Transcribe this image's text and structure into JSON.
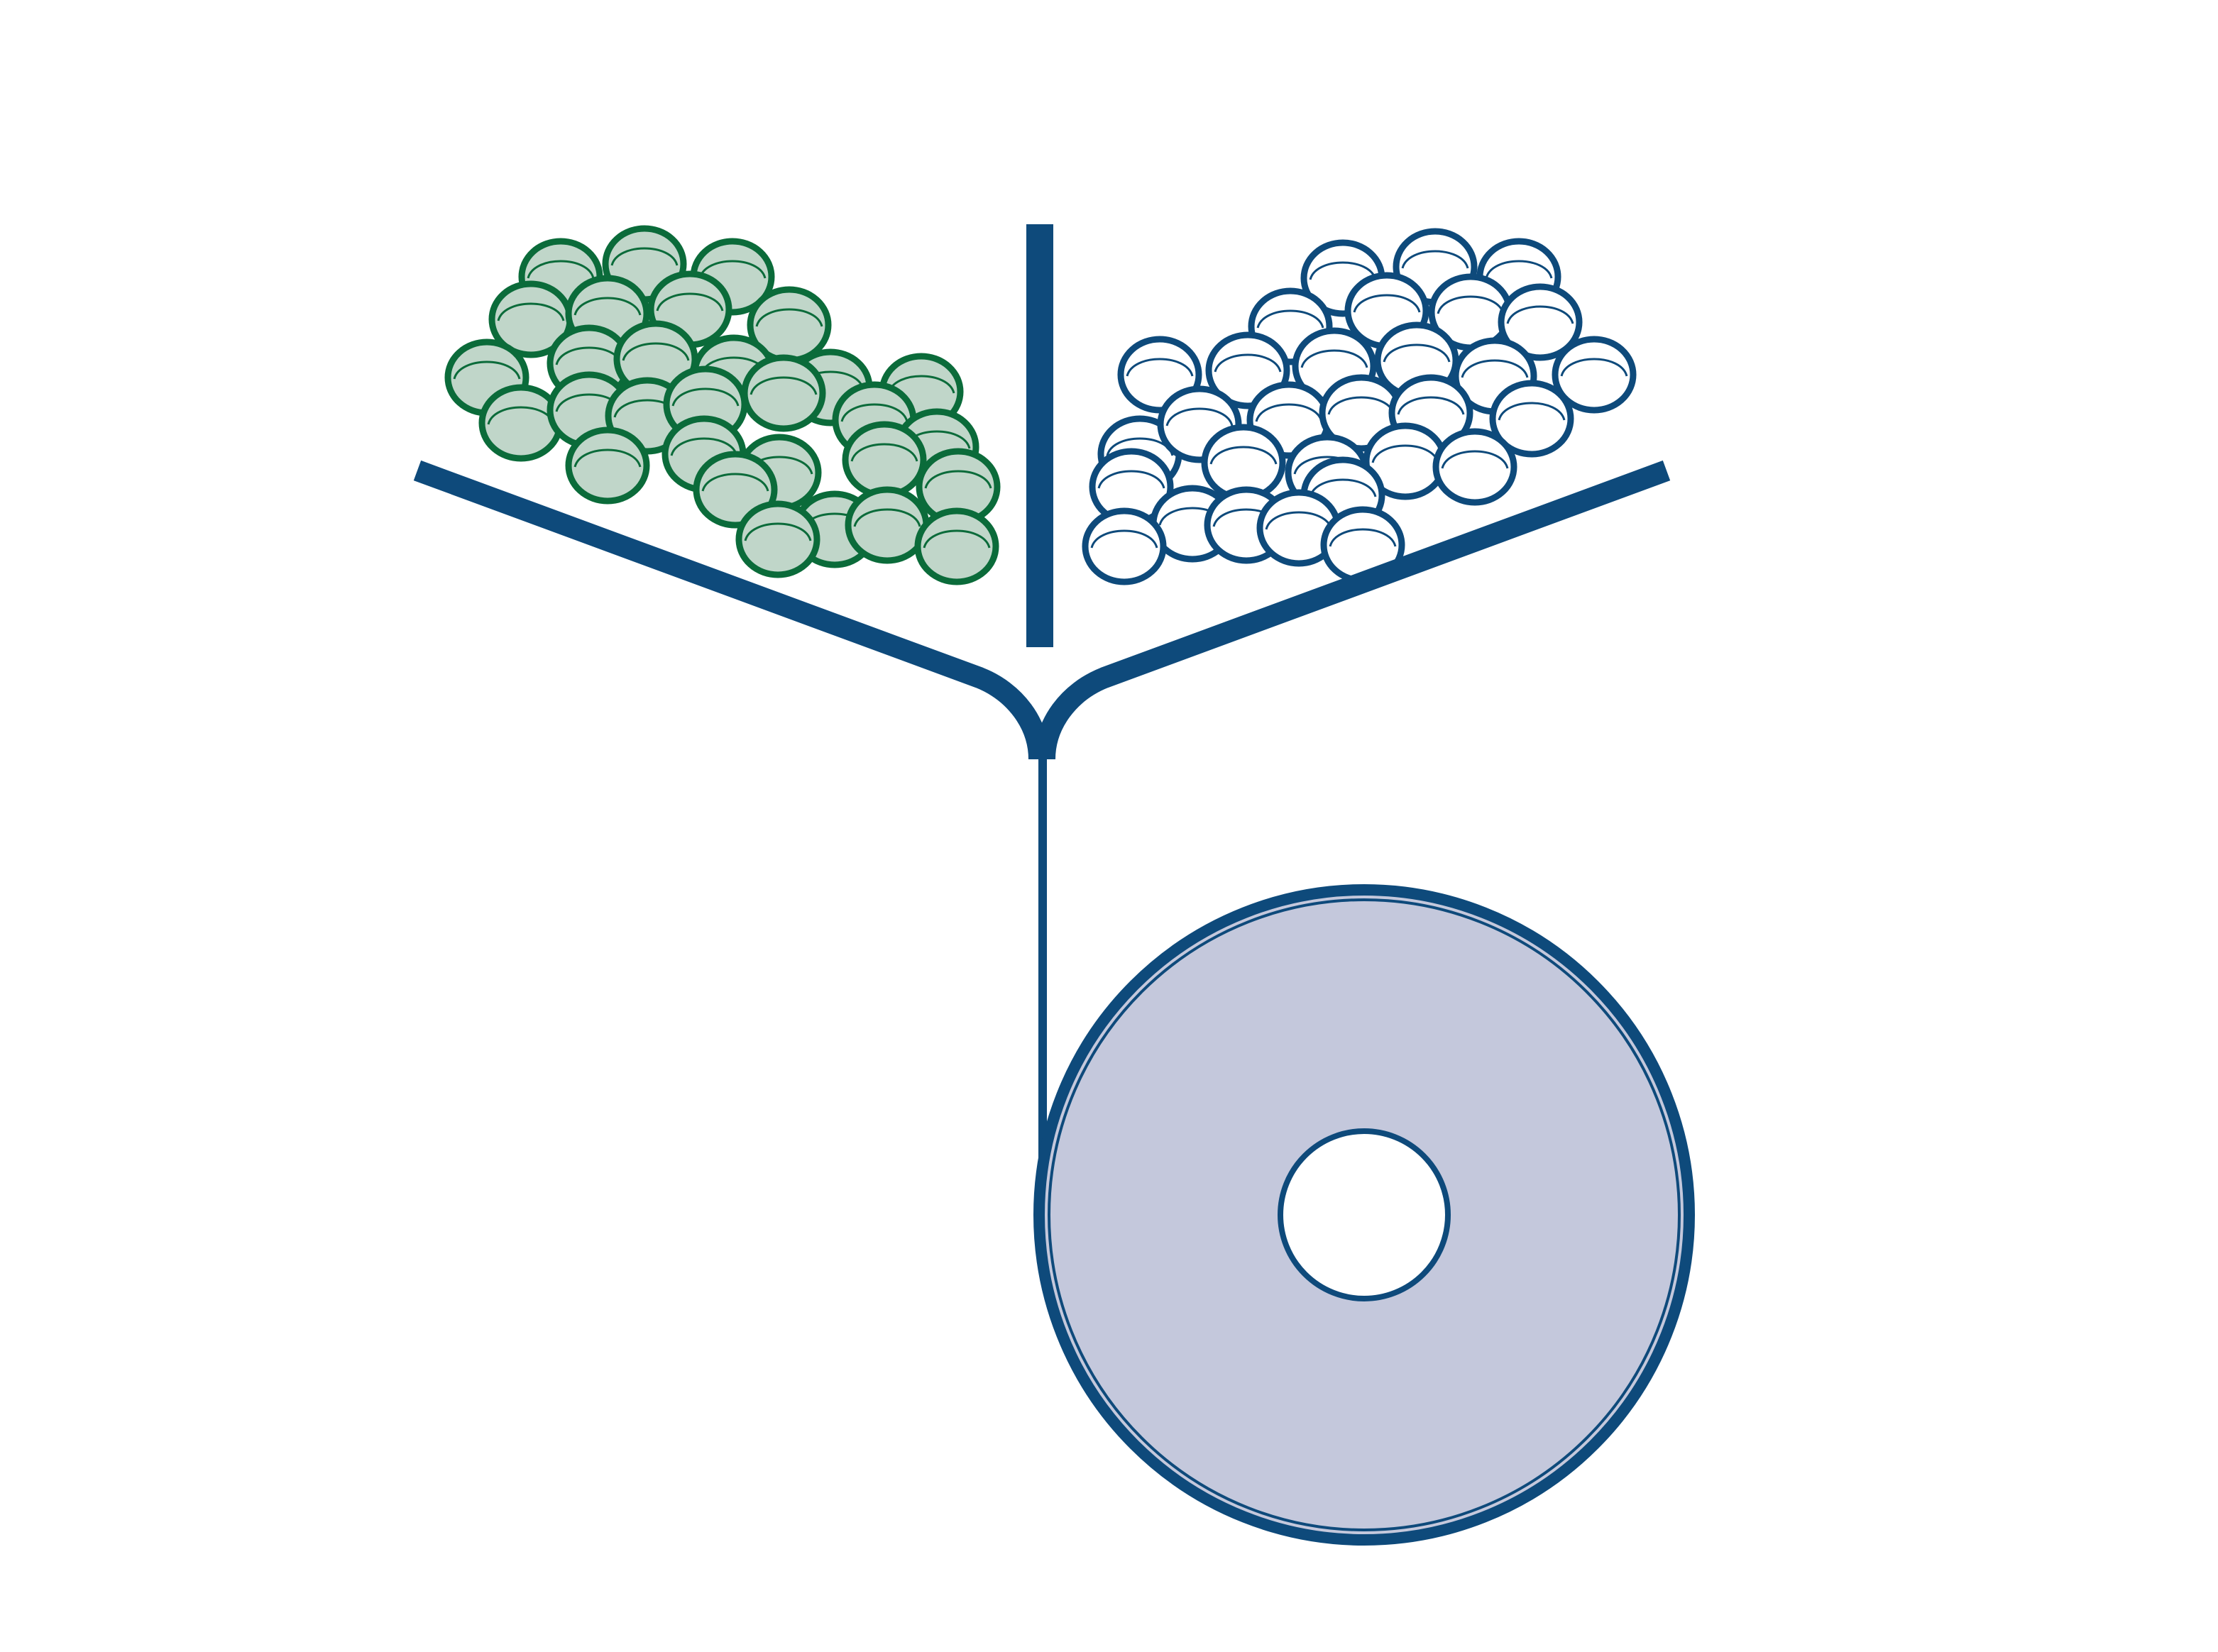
{
  "diagram": {
    "description_visible_text": [],
    "colors": {
      "structure": "#0e4a7b",
      "green_outline": "#0b6b3a",
      "green_fill": "#c0d6c9",
      "blue_outline": "#0e4a7b",
      "blue_fill": "#ffffff",
      "roll_fill": "#c4c8dc",
      "core_fill": "#ffffff",
      "background": "#ffffff"
    },
    "components": {
      "left_hopper_wall": "left-hopper-wall",
      "right_hopper_wall": "right-hopper-wall",
      "center_divider": "center-divider",
      "web_strand": "web-strand",
      "wound_roll": "wound-roll",
      "roll_core": "roll-core",
      "green_particle_pile": "green-particle-pile",
      "white_particle_pile": "white-particle-pile"
    },
    "particle_counts": {
      "green": 30,
      "white": 30
    }
  }
}
